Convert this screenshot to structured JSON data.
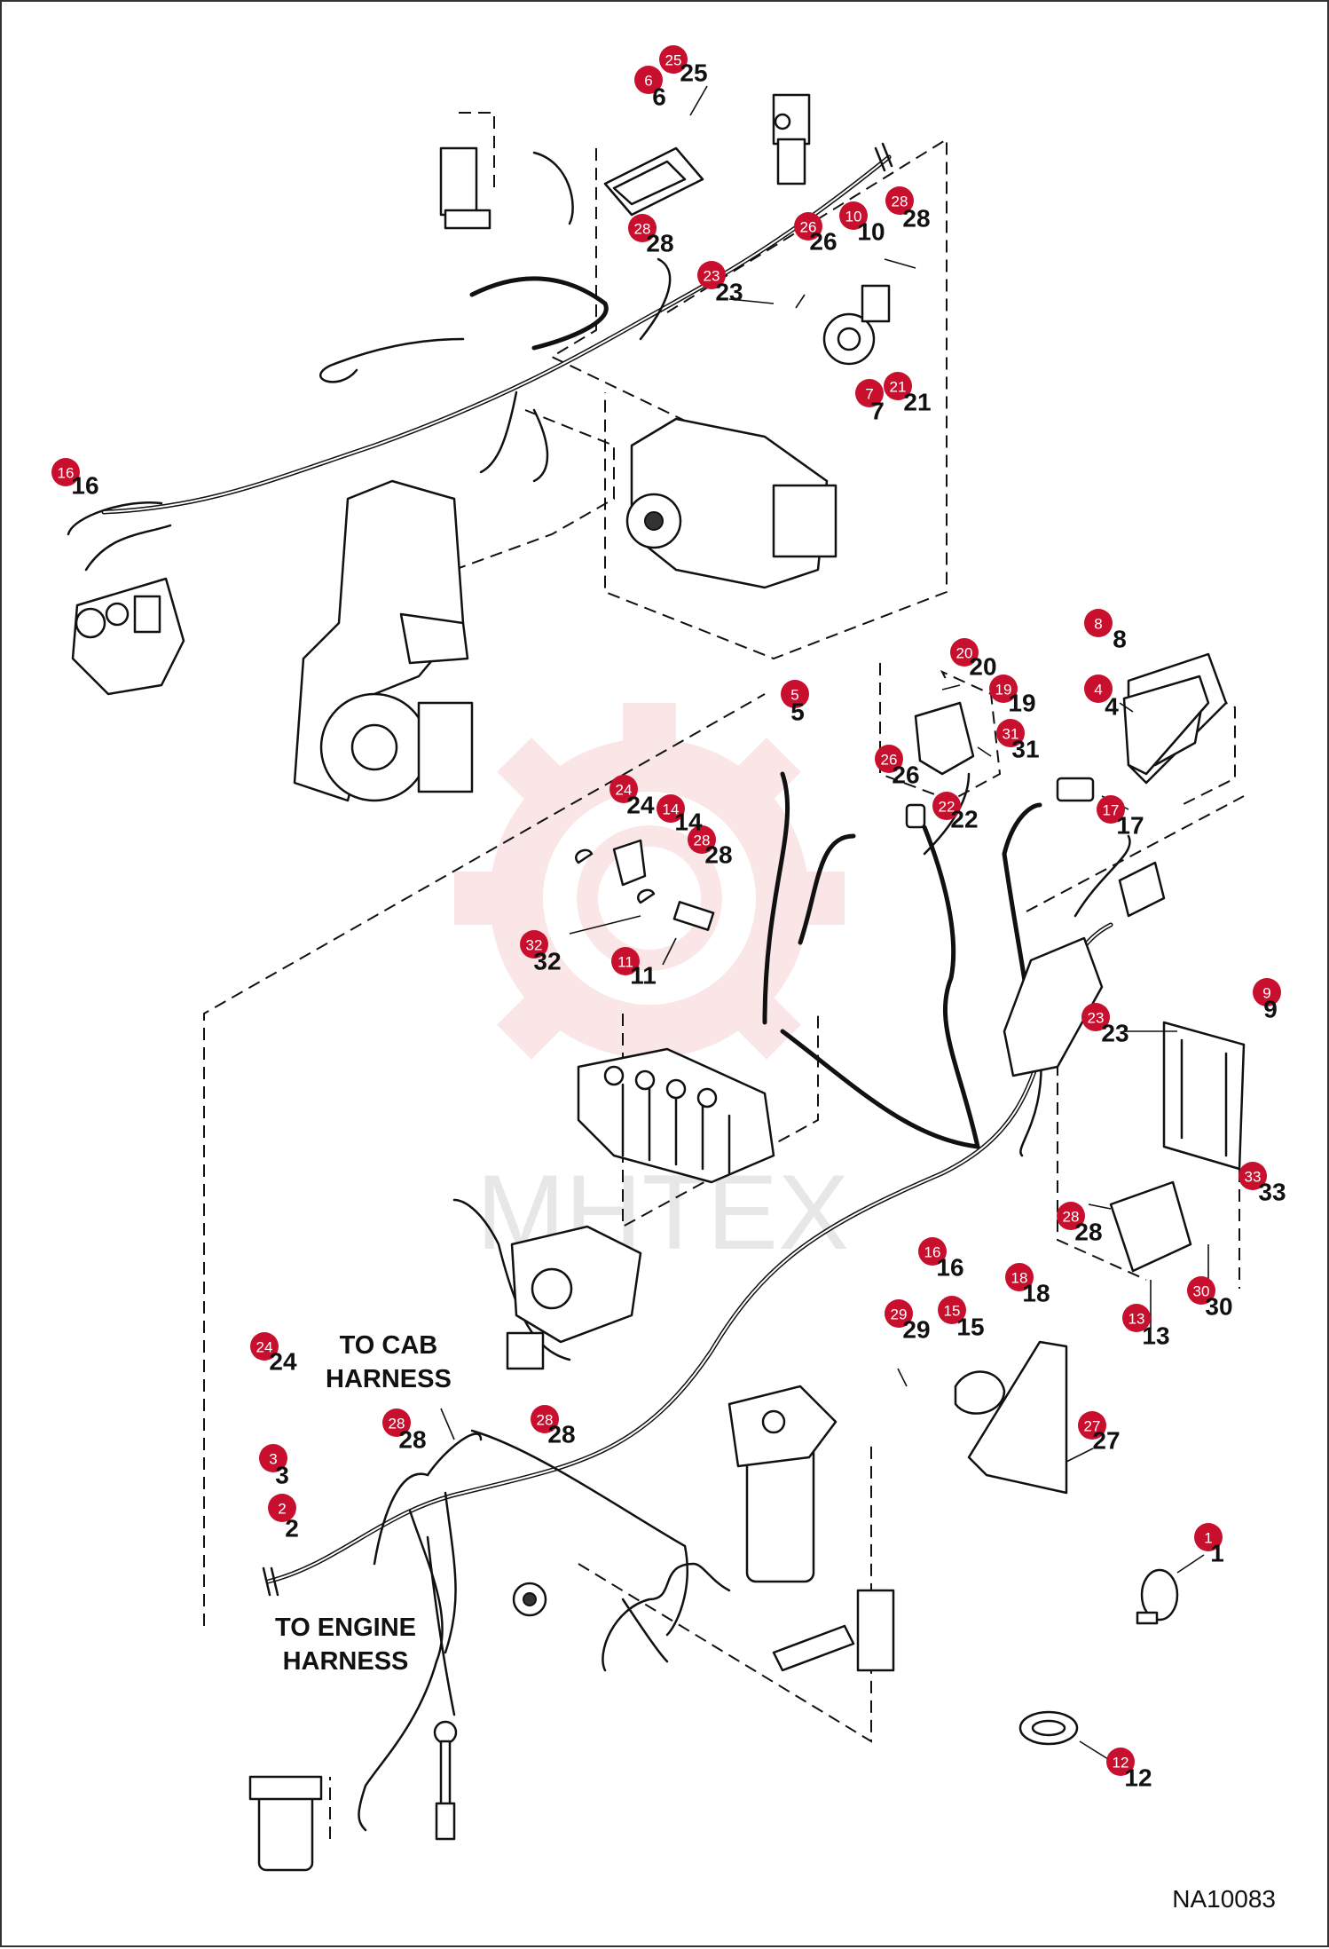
{
  "drawing_id": "NA10083",
  "captions": {
    "cab_harness": [
      "TO CAB",
      "HARNESS"
    ],
    "engine_harness": [
      "TO ENGINE",
      "HARNESS"
    ]
  },
  "watermark_text": "МНТЕХ",
  "colors": {
    "callout": "#c8102e",
    "line": "#111111",
    "watermark": "#f2b8b8"
  },
  "callouts": [
    {
      "id": "c25",
      "num": "25"
    },
    {
      "id": "c6",
      "num": "6"
    },
    {
      "id": "c28a",
      "num": "28"
    },
    {
      "id": "c26a",
      "num": "26"
    },
    {
      "id": "c10",
      "num": "10"
    },
    {
      "id": "c28b",
      "num": "28"
    },
    {
      "id": "c23a",
      "num": "23"
    },
    {
      "id": "c7",
      "num": "7"
    },
    {
      "id": "c21",
      "num": "21"
    },
    {
      "id": "c16a",
      "num": "16"
    },
    {
      "id": "c8",
      "num": "8"
    },
    {
      "id": "c20",
      "num": "20"
    },
    {
      "id": "c19",
      "num": "19"
    },
    {
      "id": "c4",
      "num": "4"
    },
    {
      "id": "c5",
      "num": "5"
    },
    {
      "id": "c31",
      "num": "31"
    },
    {
      "id": "c26b",
      "num": "26"
    },
    {
      "id": "c22",
      "num": "22"
    },
    {
      "id": "c17",
      "num": "17"
    },
    {
      "id": "c24a",
      "num": "24"
    },
    {
      "id": "c14",
      "num": "14"
    },
    {
      "id": "c28c",
      "num": "28"
    },
    {
      "id": "c32",
      "num": "32"
    },
    {
      "id": "c11",
      "num": "11"
    },
    {
      "id": "c9",
      "num": "9"
    },
    {
      "id": "c23b",
      "num": "23"
    },
    {
      "id": "c33",
      "num": "33"
    },
    {
      "id": "c28d",
      "num": "28"
    },
    {
      "id": "c16b",
      "num": "16"
    },
    {
      "id": "c18",
      "num": "18"
    },
    {
      "id": "c30",
      "num": "30"
    },
    {
      "id": "c29",
      "num": "29"
    },
    {
      "id": "c15",
      "num": "15"
    },
    {
      "id": "c13",
      "num": "13"
    },
    {
      "id": "c24b",
      "num": "24"
    },
    {
      "id": "c28e",
      "num": "28"
    },
    {
      "id": "c28f",
      "num": "28"
    },
    {
      "id": "c3",
      "num": "3"
    },
    {
      "id": "c2",
      "num": "2"
    },
    {
      "id": "c27",
      "num": "27"
    },
    {
      "id": "c1",
      "num": "1"
    },
    {
      "id": "c12",
      "num": "12"
    }
  ]
}
